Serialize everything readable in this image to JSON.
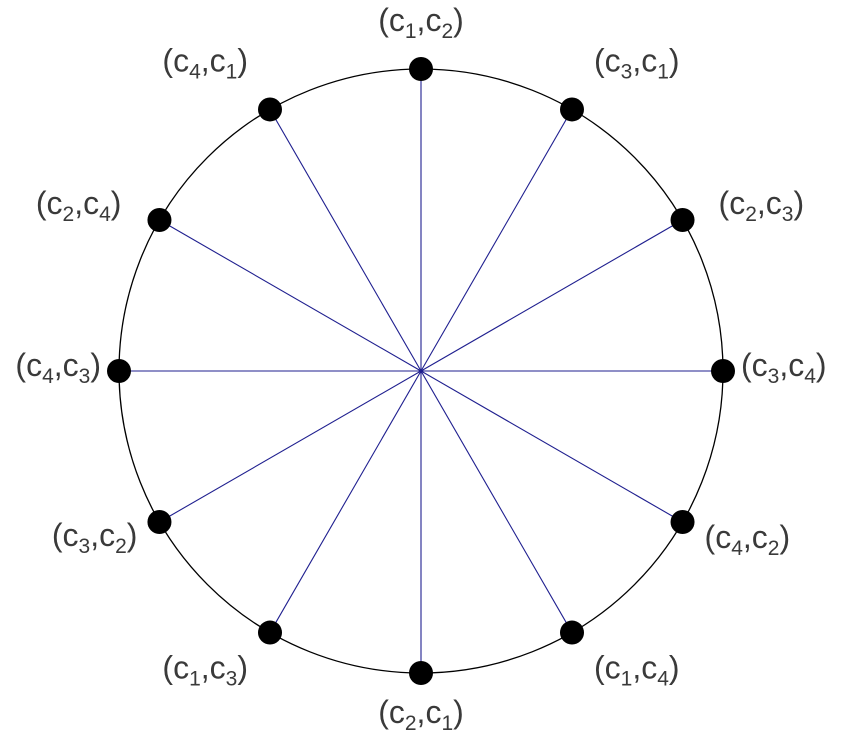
{
  "diagram": {
    "colors": {
      "circle": "#000000",
      "spokes": "#1f1f8f",
      "vertices": "#000000",
      "labels": "#3a3a3a"
    },
    "vertices": [
      {
        "pair": [
          "1",
          "2"
        ]
      },
      {
        "pair": [
          "3",
          "1"
        ]
      },
      {
        "pair": [
          "2",
          "3"
        ]
      },
      {
        "pair": [
          "3",
          "4"
        ]
      },
      {
        "pair": [
          "4",
          "2"
        ]
      },
      {
        "pair": [
          "1",
          "4"
        ]
      },
      {
        "pair": [
          "2",
          "1"
        ]
      },
      {
        "pair": [
          "1",
          "3"
        ]
      },
      {
        "pair": [
          "3",
          "2"
        ]
      },
      {
        "pair": [
          "4",
          "3"
        ]
      },
      {
        "pair": [
          "2",
          "4"
        ]
      },
      {
        "pair": [
          "4",
          "1"
        ]
      }
    ]
  }
}
